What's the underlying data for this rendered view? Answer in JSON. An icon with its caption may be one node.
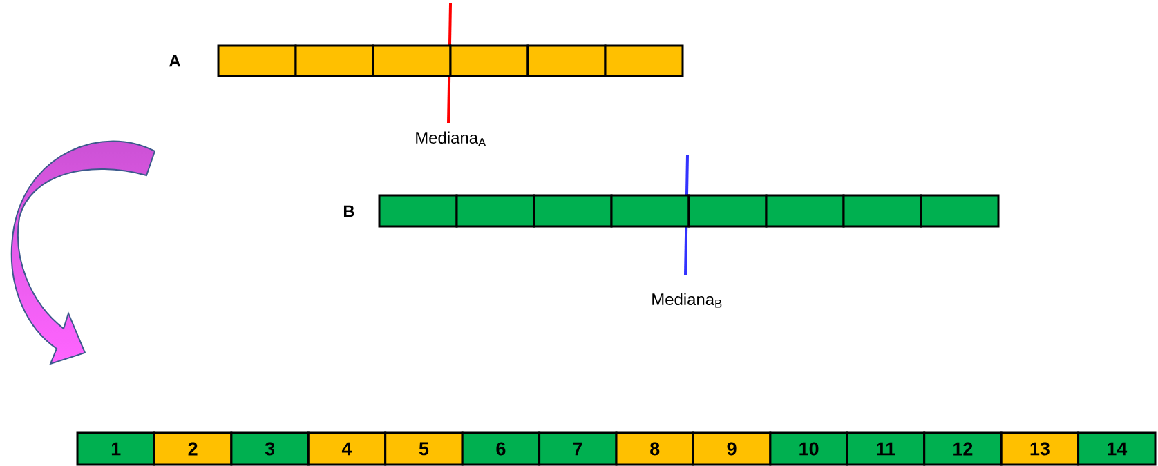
{
  "diagram": {
    "nodes": [
      {
        "text": [],
        "shape": "box"
      },
      {
        "text": [],
        "shape": "box"
      },
      {
        "text": [],
        "shape": "box"
      },
      {
        "text": [],
        "shape": "box"
      },
      {
        "text": [],
        "shape": "box"
      },
      {
        "text": [],
        "shape": "box"
      },
      {
        "text": [],
        "shape": "box"
      },
      {
        "text": [],
        "shape": "box"
      },
      {
        "text": [],
        "shape": "box"
      },
      {
        "text": [],
        "shape": "box"
      },
      {
        "text": [],
        "shape": "box"
      },
      {
        "text": [],
        "shape": "box"
      },
      {
        "text": [],
        "shape": "box"
      },
      {
        "text": [],
        "shape": "box"
      },
      {
        "text": [
          "1"
        ]
      },
      {
        "text": [
          "2"
        ]
      },
      {
        "text": [
          "3"
        ]
      },
      {
        "text": [
          "4"
        ]
      },
      {
        "text": [
          "5"
        ]
      },
      {
        "text": [
          "6"
        ]
      },
      {
        "text": [
          "7"
        ]
      },
      {
        "text": [
          "8"
        ]
      },
      {
        "text": [
          "9"
        ]
      },
      {
        "text": [
          "10"
        ]
      },
      {
        "text": [
          "11"
        ]
      },
      {
        "text": [
          "12"
        ]
      },
      {
        "text": [
          "13"
        ]
      },
      {
        "text": [
          "14"
        ]
      }
    ],
    "labels": [
      "A",
      "Mediana$_{A}$",
      "B",
      "Mediana$_{B}$"
    ]
  }
}
